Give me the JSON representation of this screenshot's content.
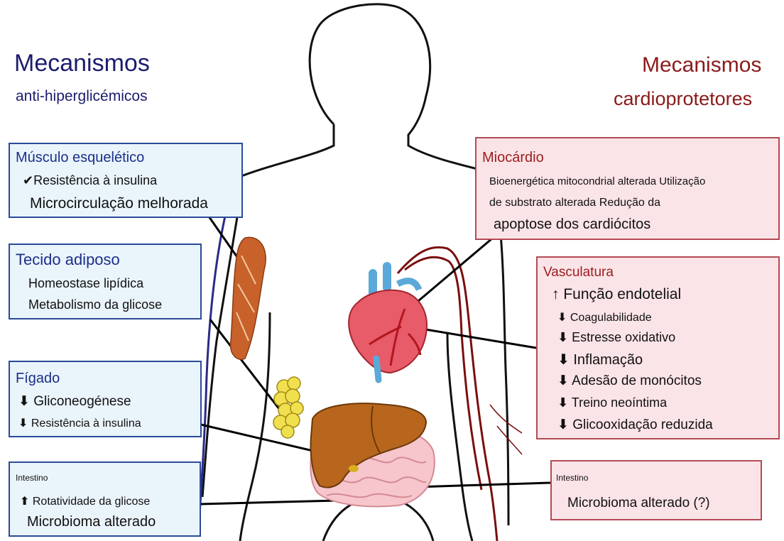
{
  "titles": {
    "left_main": "Mecanismos",
    "left_sub": "anti-hiperglicémicos",
    "right_main": "Mecanismos",
    "right_sub": "cardioprotetores"
  },
  "boxes": {
    "musculo": {
      "title": "Músculo esquelético",
      "line1_marker": "✔",
      "line1": "Resistência à insulina",
      "line2": "Microcirculação melhorada"
    },
    "adiposo": {
      "title": "Tecido adiposo",
      "line1": "Homeostase lipídica",
      "line2": "Metabolismo da glicose"
    },
    "figado": {
      "title": "Fígado",
      "down_marker": "⬇",
      "line1": "Gliconeogénese",
      "line2": "Resistência à insulina"
    },
    "intestino_left": {
      "title": "Intestino",
      "up_marker": "⬆",
      "line1": "Rotatividade da glicose",
      "line2": "Microbioma alterado"
    },
    "miocardio": {
      "title": "Miocárdio",
      "line1": "Bioenergética mitocondrial alterada Utilização",
      "line2": "de substrato alterada Redução da",
      "line3": "apoptose dos cardiócitos"
    },
    "vasculatura": {
      "title": "Vasculatura",
      "up_marker": "↑",
      "line1": "Função endotelial",
      "down_marker": "⬇",
      "items": [
        "Coagulabilidade",
        "Estresse oxidativo",
        "Inflamação",
        "Adesão de monócitos",
        "Treino neoíntima",
        "Glicooxidação reduzida"
      ]
    },
    "intestino_right": {
      "title": "Intestino",
      "line1": "Microbioma alterado (?)"
    }
  },
  "colors": {
    "blue_border": "#2a4a9a",
    "blue_fill": "#eaf4fb",
    "pink_border": "#b34a55",
    "pink_fill": "#fbe4e7",
    "left_title": "#1c1c6e",
    "right_title": "#8b1a1a"
  },
  "icons": [
    "body-outline-icon",
    "muscle-icon",
    "heart-icon",
    "liver-icon",
    "fat-cells-icon",
    "intestine-icon",
    "artery-icon",
    "vein-icon"
  ]
}
